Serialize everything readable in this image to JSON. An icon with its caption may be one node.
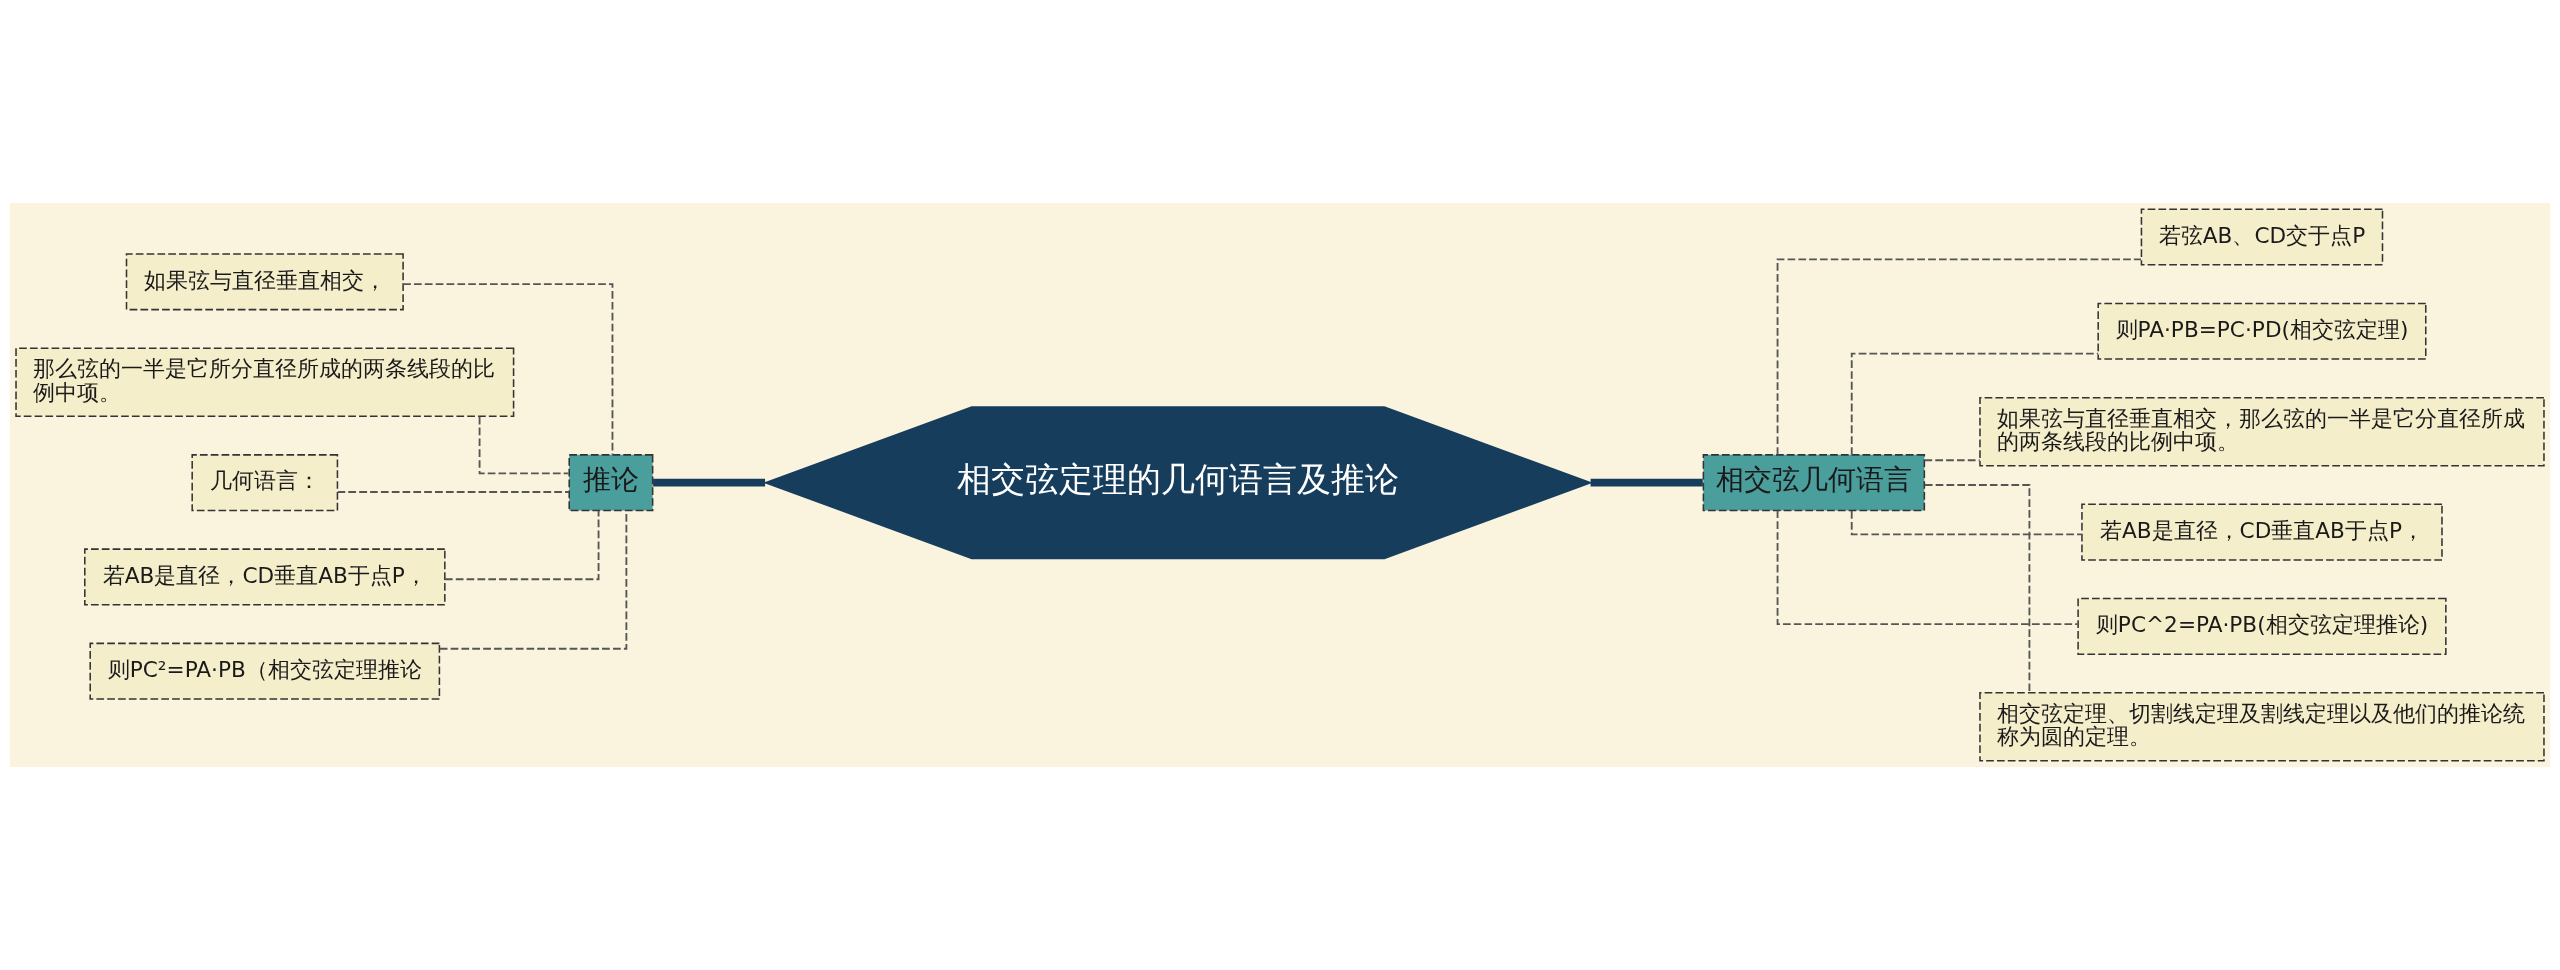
{
  "diagram": {
    "nodes": [
      {
        "text": [
          "相交弦定理的几何语言及推论"
        ]
      },
      {
        "text": [
          "推论"
        ]
      },
      {
        "text": [
          "如果弦与直径垂直相交，"
        ]
      },
      {
        "text": [
          "那么弦的一半是它所分直径所成的两条线段的比例中项。"
        ]
      },
      {
        "text": [
          "几何语言："
        ]
      },
      {
        "text": [
          "若AB是直径，CD垂直AB于点P，"
        ]
      },
      {
        "text": [
          "则PC²=PA·PB（相交弦定理推论"
        ]
      },
      {
        "text": [
          "相交弦几何语言"
        ]
      },
      {
        "text": [
          "若弦AB、CD交于点P"
        ]
      },
      {
        "text": [
          "则PA·PB=PC·PD(相交弦定理)"
        ]
      },
      {
        "text": [
          "如果弦与直径垂直相交，那么弦的一半是它分直径所成的两条线段的比例中项。"
        ]
      },
      {
        "text": [
          "若AB是直径，CD垂直AB于点P，"
        ]
      },
      {
        "text": [
          "则PC^2=PA·PB(相交弦定理推论)"
        ]
      },
      {
        "text": [
          "相交弦定理、切割线定理及割线定理以及他们的推论统称为圆的定理。"
        ]
      }
    ],
    "edges": [
      {
        "from": 0,
        "to": 1,
        "arrow": "none",
        "style": "thick",
        "color": "#173d5c"
      },
      {
        "from": 1,
        "to": 2,
        "arrow": "none",
        "style": "dashed"
      },
      {
        "from": 1,
        "to": 3,
        "arrow": "none",
        "style": "dashed"
      },
      {
        "from": 1,
        "to": 4,
        "arrow": "none",
        "style": "dashed"
      },
      {
        "from": 1,
        "to": 5,
        "arrow": "none",
        "style": "dashed"
      },
      {
        "from": 1,
        "to": 6,
        "arrow": "none",
        "style": "dashed"
      },
      {
        "from": 0,
        "to": 7,
        "arrow": "none",
        "style": "thick",
        "color": "#173d5c"
      },
      {
        "from": 7,
        "to": 8,
        "arrow": "none",
        "style": "dashed"
      },
      {
        "from": 7,
        "to": 9,
        "arrow": "none",
        "style": "dashed"
      },
      {
        "from": 7,
        "to": 10,
        "arrow": "none",
        "style": "dashed"
      },
      {
        "from": 7,
        "to": 11,
        "arrow": "none",
        "style": "dashed"
      },
      {
        "from": 7,
        "to": 12,
        "arrow": "none",
        "style": "dashed"
      },
      {
        "from": 7,
        "to": 13,
        "arrow": "none",
        "style": "dashed"
      }
    ]
  }
}
